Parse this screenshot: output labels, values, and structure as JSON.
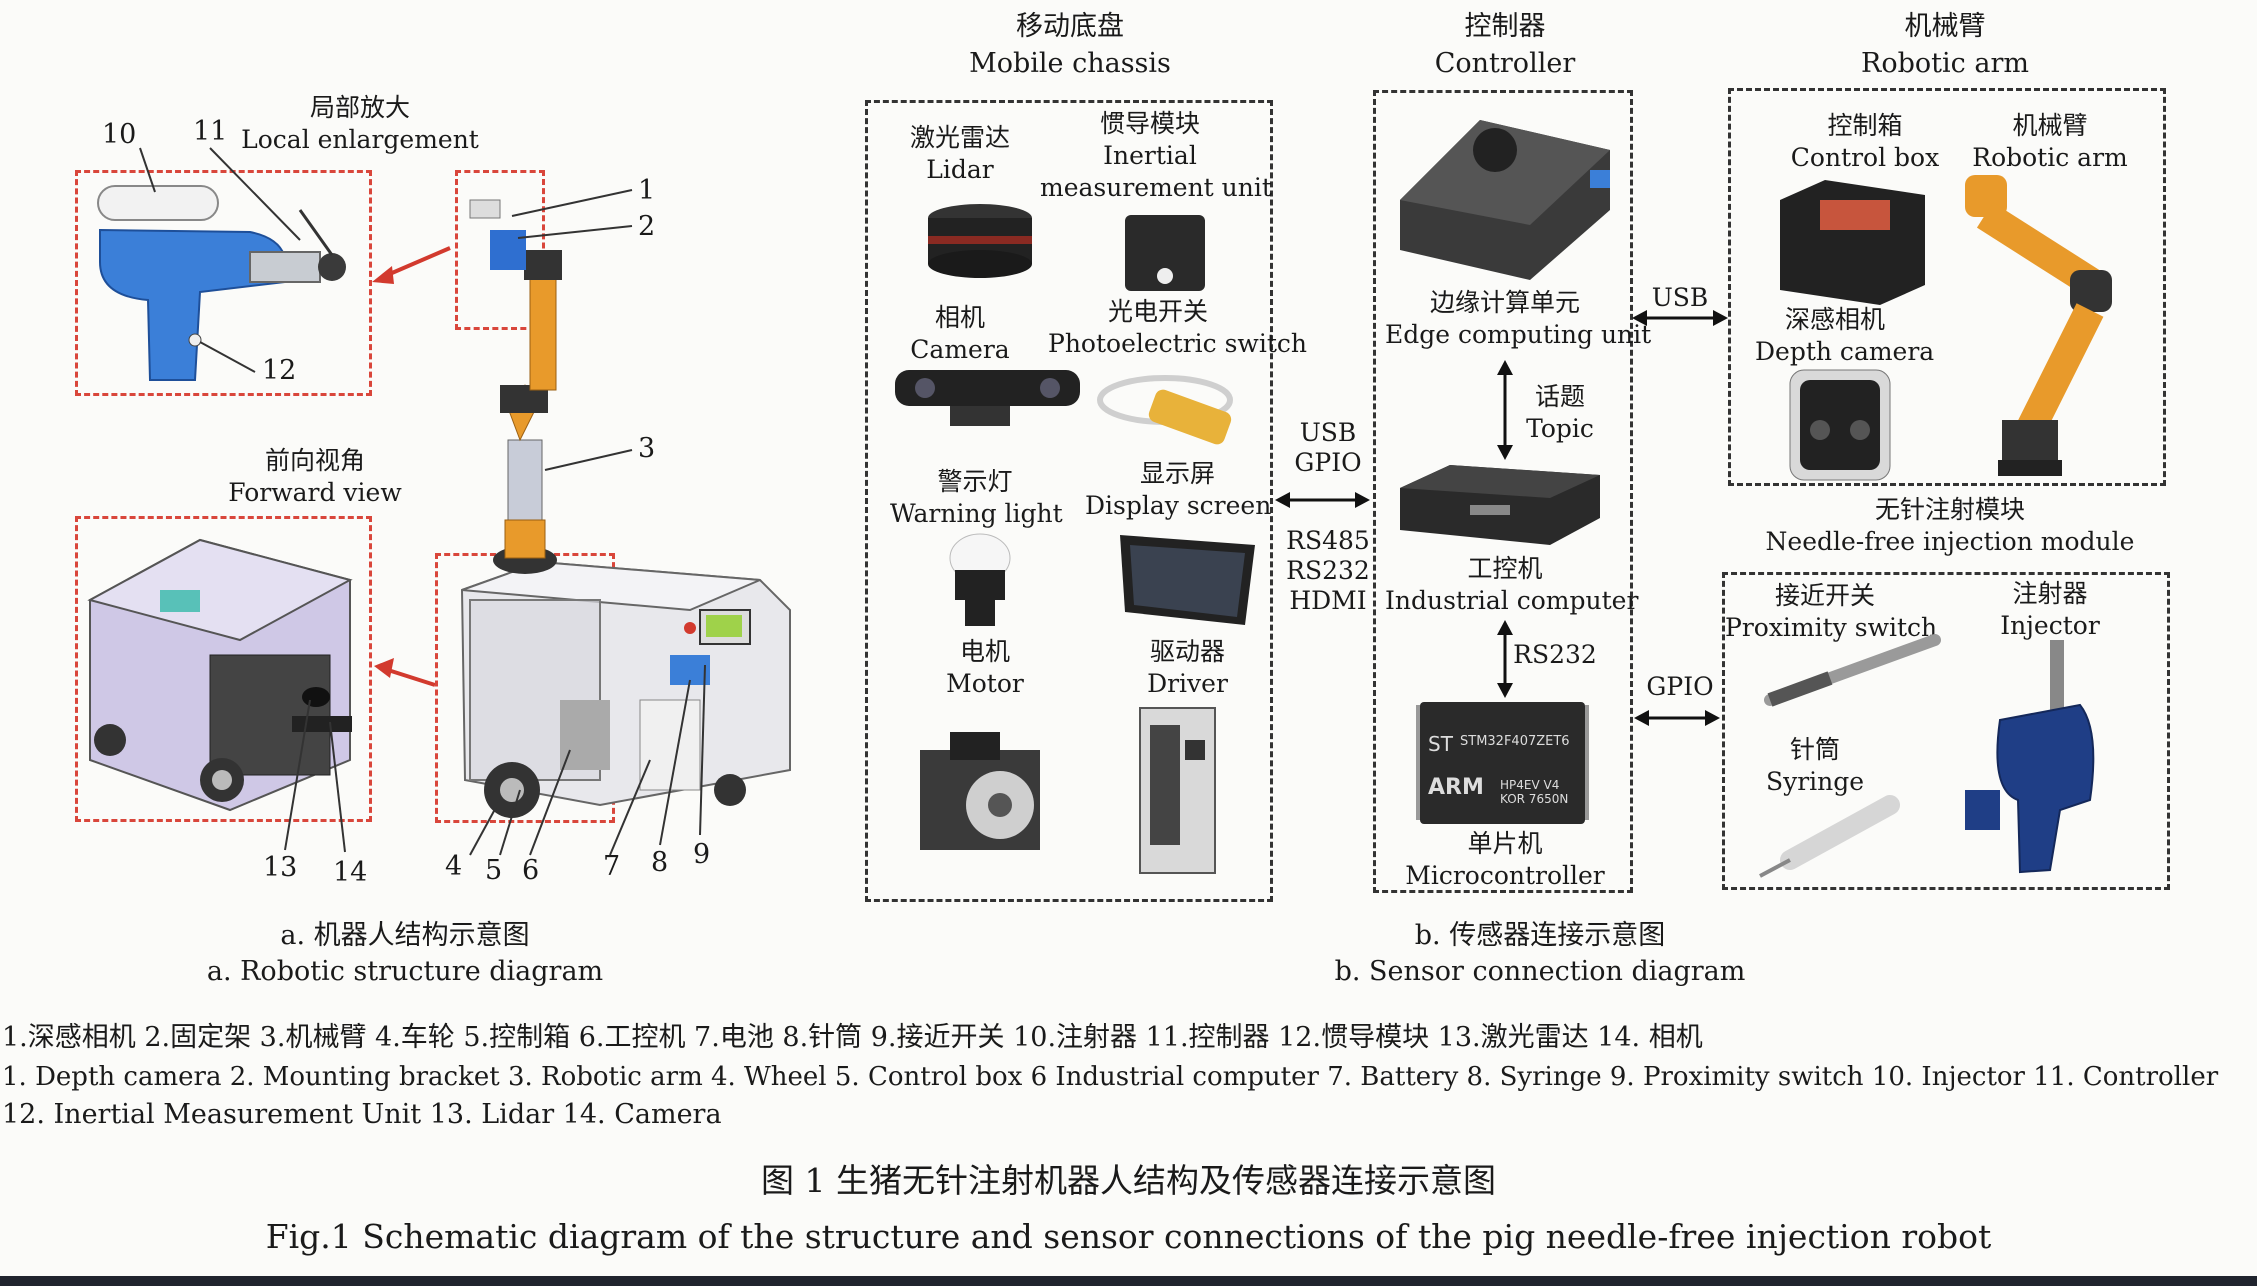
{
  "panel_a": {
    "local": {
      "zh": "局部放大",
      "en": "Local enlargement"
    },
    "forward": {
      "zh": "前向视角",
      "en": "Forward view"
    },
    "numbers": [
      "1",
      "2",
      "3",
      "4",
      "5",
      "6",
      "7",
      "8",
      "9",
      "10",
      "11",
      "12",
      "13",
      "14"
    ],
    "caption": {
      "zh": "a. 机器人结构示意图",
      "en": "a. Robotic structure diagram"
    }
  },
  "panel_b": {
    "chassis": {
      "zh": "移动底盘",
      "en": "Mobile chassis"
    },
    "controller": {
      "zh": "控制器",
      "en": "Controller"
    },
    "arm": {
      "zh": "机械臂",
      "en": "Robotic arm"
    },
    "lidar": {
      "zh": "激光雷达",
      "en": "Lidar"
    },
    "imu": {
      "zh": "惯导模块",
      "en": "Inertial",
      "en2": "measurement unit"
    },
    "camera": {
      "zh": "相机",
      "en": "Camera"
    },
    "photo": {
      "zh": "光电开关",
      "en": "Photoelectric switch"
    },
    "warning": {
      "zh": "警示灯",
      "en": "Warning light"
    },
    "display": {
      "zh": "显示屏",
      "en": "Display screen"
    },
    "motor": {
      "zh": "电机",
      "en": "Motor"
    },
    "driver": {
      "zh": "驱动器",
      "en": "Driver"
    },
    "edge": {
      "zh": "边缘计算单元",
      "en": "Edge computing unit"
    },
    "topic": {
      "zh": "话题",
      "en": "Topic"
    },
    "ipc": {
      "zh": "工控机",
      "en": "Industrial computer"
    },
    "mcu": {
      "zh": "单片机",
      "en": "Microcontroller"
    },
    "box": {
      "zh": "控制箱",
      "en": "Control box"
    },
    "arm_dev": {
      "zh": "机械臂",
      "en": "Robotic arm"
    },
    "depth": {
      "zh": "深感相机",
      "en": "Depth camera"
    },
    "needle_module": {
      "zh": "无针注射模块",
      "en": "Needle-free injection module"
    },
    "prox": {
      "zh": "接近开关",
      "en": "Proximity switch"
    },
    "injector": {
      "zh": "注射器",
      "en": "Injector"
    },
    "syringe": {
      "zh": "针筒",
      "en": "Syringe"
    },
    "conn_usb_gpio": [
      "USB",
      "GPIO"
    ],
    "conn_serial": [
      "RS485",
      "RS232",
      "HDMI"
    ],
    "conn_usb": "USB",
    "conn_rs232": "RS232",
    "conn_gpio": "GPIO",
    "chip_brand": "ST",
    "chip_part": "STM32F407ZET6",
    "chip_arm": "ARM",
    "chip_sub": "HP4EV V4 KOR 7650N",
    "caption": {
      "zh": "b. 传感器连接示意图",
      "en": "b. Sensor connection diagram"
    }
  },
  "legend": {
    "zh": "1.深感相机 2.固定架 3.机械臂 4.车轮 5.控制箱 6.工控机 7.电池 8.针筒 9.接近开关 10.注射器 11.控制器 12.惯导模块 13.激光雷达 14. 相机",
    "en1": "1. Depth camera 2. Mounting bracket 3. Robotic arm 4. Wheel 5. Control box 6 Industrial computer 7. Battery 8. Syringe 9. Proximity switch 10. Injector 11. Controller",
    "en2": "12. Inertial Measurement Unit 13. Lidar 14. Camera"
  },
  "figure": {
    "zh": "图 1   生猪无针注射机器人结构及传感器连接示意图",
    "en": "Fig.1    Schematic diagram of the structure and sensor connections of the pig needle-free injection robot"
  },
  "colors": {
    "orange": "#e89a2b",
    "blue": "#2f6fd0",
    "red_dash": "#d9463b",
    "arrow_red": "#d23a2e"
  }
}
